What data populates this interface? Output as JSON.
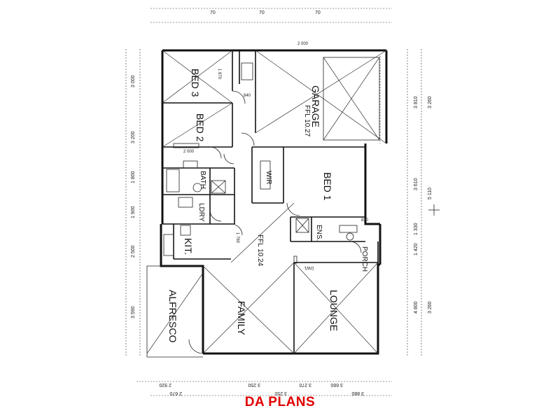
{
  "caption": "DA PLANS",
  "caption_color": "#e00000",
  "rooms": {
    "bed3": "BED 3",
    "bed2": "BED 2",
    "garage": "GARAGE",
    "garage_ffl": "FFL 10.27",
    "bath": "BATH",
    "wir": "WIR",
    "bed1": "BED 1",
    "ldry": "LDRY",
    "kit": "KIT.",
    "ens": "ENS.",
    "porch": "PORCH",
    "alfresco": "ALFRESCO",
    "family": "FAMILY",
    "family_ffl": "FFL 10.24",
    "lounge": "LOUNGE"
  },
  "dimensions": {
    "left": [
      "3 000",
      "3 200",
      "1 800",
      "1 900",
      "2 500",
      "3 590"
    ],
    "right": [
      "3 810",
      "3 260",
      "3 610",
      "5 110",
      "1 330",
      "1 420",
      "4 800",
      "3 260"
    ],
    "bottom": [
      "2 670",
      "2 920",
      "3 250",
      "3 250",
      "3 270",
      "3 660",
      "3 880"
    ],
    "top": [
      "70",
      "70",
      "70"
    ]
  }
}
